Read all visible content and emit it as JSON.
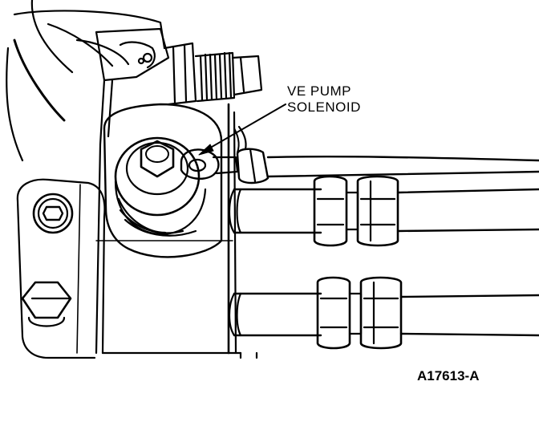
{
  "callout": {
    "line1": "VE PUMP",
    "line2": "SOLENOID"
  },
  "figure_id": "A17613-A",
  "colors": {
    "ink": "#000000",
    "paper": "#ffffff"
  },
  "parts": [
    "pump-housing",
    "solenoid-body",
    "solenoid-nut",
    "ring-terminal",
    "wire-lead",
    "upper-fuel-line",
    "lower-fuel-line",
    "line-fittings",
    "threaded-fitting",
    "housing-bolts"
  ]
}
